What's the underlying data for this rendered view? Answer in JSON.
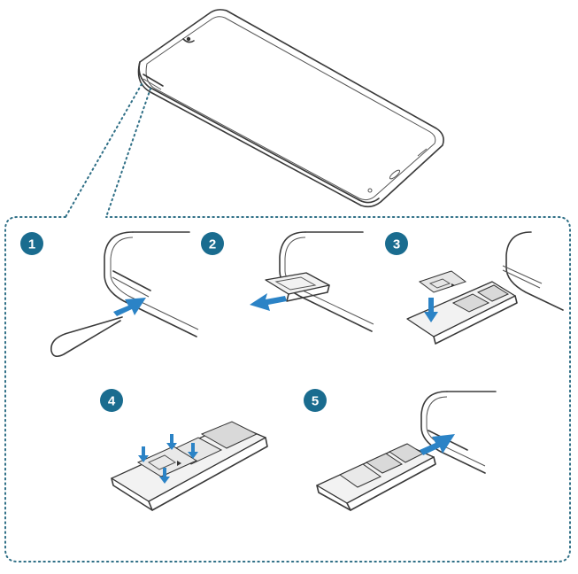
{
  "diagram": {
    "steps": [
      {
        "number": "1"
      },
      {
        "number": "2"
      },
      {
        "number": "3"
      },
      {
        "number": "4"
      },
      {
        "number": "5"
      }
    ],
    "colors": {
      "badge": "#1a6c8f",
      "arrow": "#2b83c6",
      "outline": "#3a3a3a",
      "callout": "#2f6f86"
    }
  }
}
